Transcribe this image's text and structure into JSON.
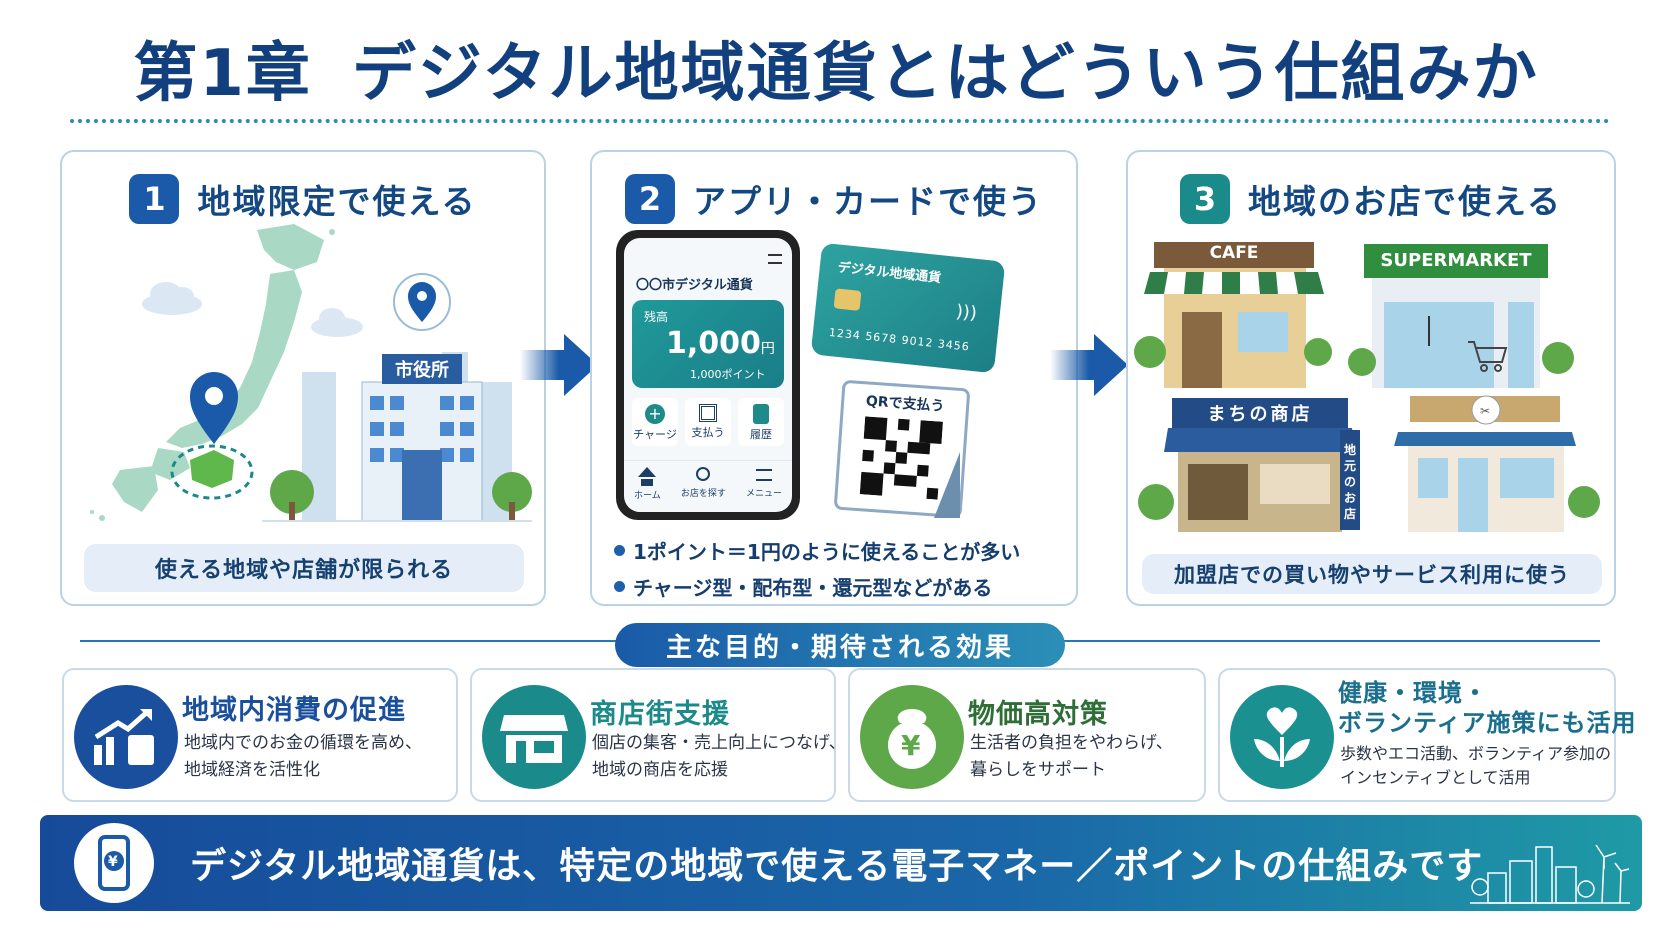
{
  "title": {
    "chapter": "第1章",
    "main": "デジタル地域通貨とはどういう仕組みか"
  },
  "cards": [
    {
      "num": "1",
      "title": "地域限定で使える",
      "caption": "使える地域や店舗が限られる",
      "city_hall_sign": "市役所"
    },
    {
      "num": "2",
      "title": "アプリ・カードで使う",
      "phone": {
        "app_name": "〇〇市デジタル通貨",
        "balance_label": "残高",
        "balance_value": "1,000",
        "balance_unit": "円",
        "points": "1,000ポイント",
        "actions": [
          "チャージ",
          "支払う",
          "履歴"
        ],
        "nav": [
          "ホーム",
          "お店を探す",
          "メニュー"
        ]
      },
      "card_face": {
        "name": "デジタル地域通貨",
        "number": "1234 5678 9012 3456"
      },
      "qr_label": "QRで支払う",
      "bullets": [
        "1ポイント＝1円のように使えることが多い",
        "チャージ型・配布型・還元型などがある"
      ]
    },
    {
      "num": "3",
      "title": "地域のお店で使える",
      "shops": {
        "cafe": "CAFE",
        "supermarket": "SUPERMARKET",
        "shotengai": "まちの商店",
        "banner": "地元のお店"
      },
      "caption": "加盟店での買い物やサービス利用に使う"
    }
  ],
  "effects_label": "主な目的・期待される効果",
  "effects": [
    {
      "title": "地域内消費の促進",
      "desc": [
        "地域内でのお金の循環を高め、",
        "地域経済を活性化"
      ],
      "icon": "growth-chart-bag-icon",
      "color": "#1a4f9e"
    },
    {
      "title": "商店街支援",
      "desc": [
        "個店の集客・売上向上につなげ、",
        "地域の商店を応援"
      ],
      "icon": "storefront-icon",
      "color": "#1b8a8a"
    },
    {
      "title": "物価高対策",
      "desc": [
        "生活者の負担をやわらげ、",
        "暮らしをサポート"
      ],
      "icon": "yen-purse-icon",
      "color": "#5fa84a"
    },
    {
      "title_lines": [
        "健康・環境・",
        "ボランティア施策にも活用"
      ],
      "desc": [
        "歩数やエコ活動、ボランティア参加の",
        "インセンティブとして活用"
      ],
      "icon": "heart-leaves-icon",
      "color": "#1a9090"
    }
  ],
  "banner": {
    "text": "デジタル地域通貨は、特定の地域で使える電子マネー／ポイントの仕組みです",
    "icon": "phone-yen-icon"
  }
}
